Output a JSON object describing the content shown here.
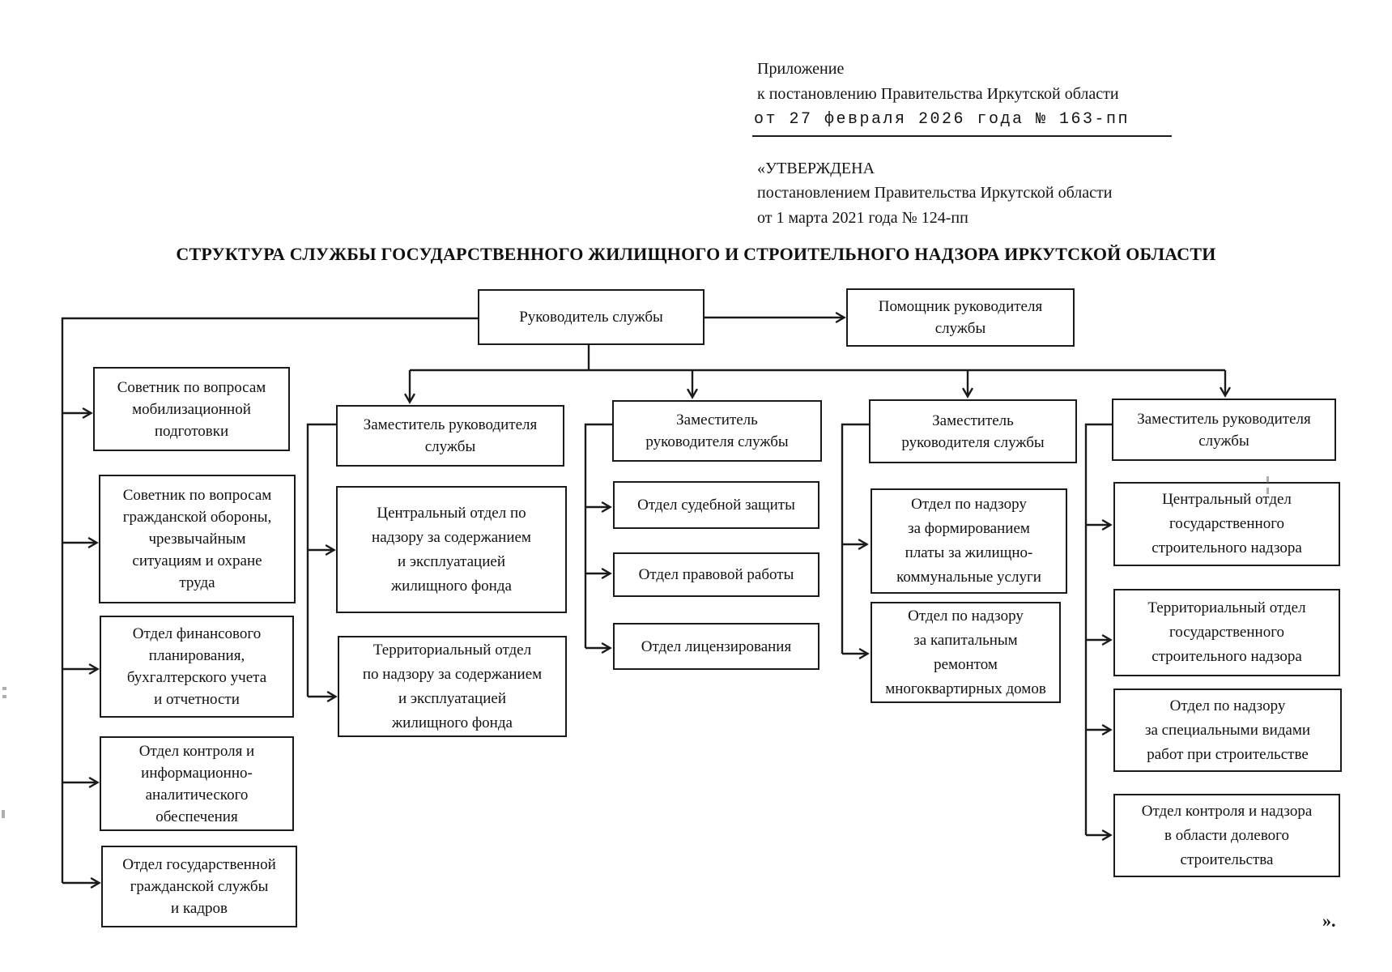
{
  "document": {
    "appendix_label": "Приложение",
    "appendix_to": "к постановлению Правительства Иркутской области",
    "appendix_date": "от 27 февраля 2026 года № 163-пп",
    "approved_mark": "«УТВЕРЖДЕНА",
    "approved_by": "постановлением Правительства Иркутской области",
    "approved_date": "от 1 марта 2021 года № 124-пп",
    "title": "СТРУКТУРА СЛУЖБЫ ГОСУДАРСТВЕННОГО ЖИЛИЩНОГО И СТРОИТЕЛЬНОГО НАДЗОРА ИРКУТСКОЙ ОБЛАСТИ",
    "closing_quote": "»."
  },
  "org": {
    "root": "Руководитель службы",
    "assistant": "Помощник руководителя\nслужбы",
    "left_branch": [
      "Советник по вопросам\nмобилизационной\nподготовки",
      "Советник по вопросам\nгражданской обороны,\nчрезвычайным\nситуациям и охране\nтруда",
      "Отдел финансового\nпланирования,\nбухгалтерского учета\nи отчетности",
      "Отдел контроля и\nинформационно-\nаналитического\nобеспечения",
      "Отдел государственной\nгражданской службы\nи кадров"
    ],
    "columns": [
      {
        "head": "Заместитель руководителя\nслужбы",
        "departments": [
          "Центральный отдел по\nнадзору за содержанием\nи эксплуатацией\nжилищного фонда",
          "Территориальный отдел\nпо надзору за содержанием\nи эксплуатацией\nжилищного фонда"
        ]
      },
      {
        "head": "Заместитель\nруководителя службы",
        "departments": [
          "Отдел судебной защиты",
          "Отдел правовой работы",
          "Отдел лицензирования"
        ]
      },
      {
        "head": "Заместитель\nруководителя службы",
        "departments": [
          "Отдел по надзору\nза формированием\nплаты за жилищно-\nкоммунальные услуги",
          "Отдел по надзору\nза капитальным\nремонтом\nмногоквартирных домов"
        ]
      },
      {
        "head": "Заместитель руководителя\nслужбы",
        "departments": [
          "Центральный отдел\nгосударственного\nстроительного надзора",
          "Территориальный отдел\nгосударственного\nстроительного надзора",
          "Отдел по надзору\nза специальными видами\nработ при строительстве",
          "Отдел контроля и надзора\nв области долевого\nстроительства"
        ]
      }
    ]
  }
}
